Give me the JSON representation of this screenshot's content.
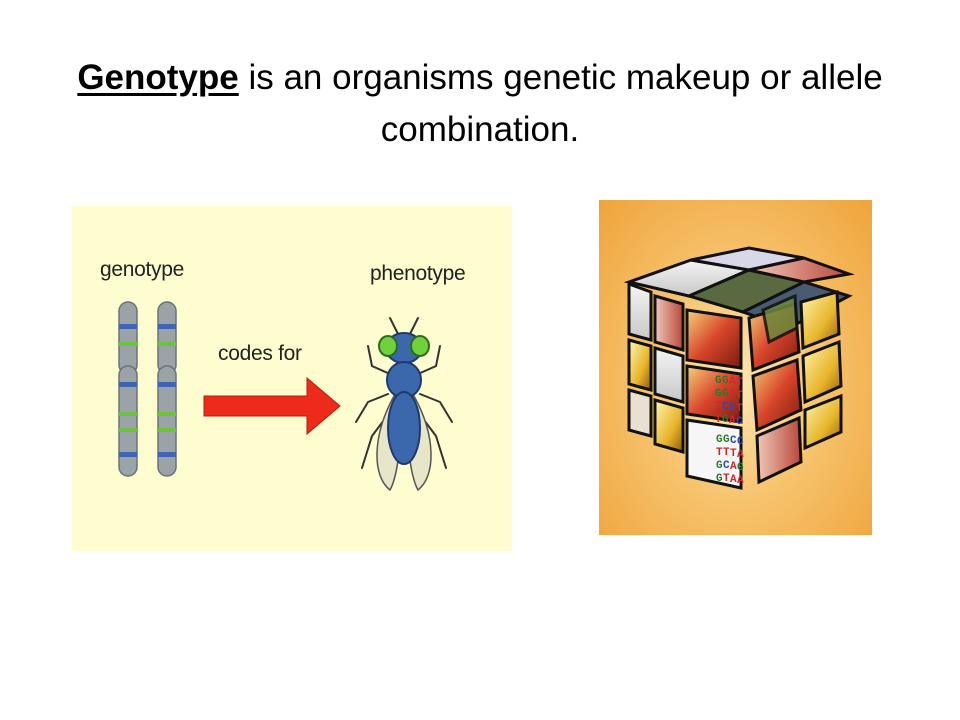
{
  "slide": {
    "title_term": "Genotype",
    "title_rest": " is an organisms genetic makeup or allele combination."
  },
  "diagram": {
    "genotype_label": "genotype",
    "arrow_label": "codes for",
    "phenotype_label": "phenotype",
    "colors": {
      "background": "#fefdd0",
      "chromosome": "#9aa3a8",
      "band_blue": "#3f64b4",
      "band_green": "#6cc23a",
      "arrow": "#ee2a1b",
      "fly_body": "#3b67ad",
      "fly_eye": "#6fd23c"
    }
  },
  "cube_image": {
    "dna_rows": [
      [
        "G",
        "G",
        "A",
        "T"
      ],
      [
        "G",
        "G",
        "T",
        "T"
      ],
      [
        "T",
        "C",
        "C",
        "T"
      ],
      [
        "T",
        "G",
        "A",
        "C"
      ]
    ],
    "dna_rows_lower": [
      [
        "G",
        "G",
        "C",
        "C"
      ],
      [
        "T",
        "T",
        "T",
        "A"
      ],
      [
        "G",
        "C",
        "A",
        "G"
      ],
      [
        "G",
        "T",
        "A",
        "A"
      ]
    ],
    "colors": {
      "background": "#f7c36d",
      "dna_g": "#2a7a2a",
      "dna_a": "#cc2a2a",
      "dna_t": "#cc2a2a",
      "dna_c": "#2a4ac0"
    }
  }
}
